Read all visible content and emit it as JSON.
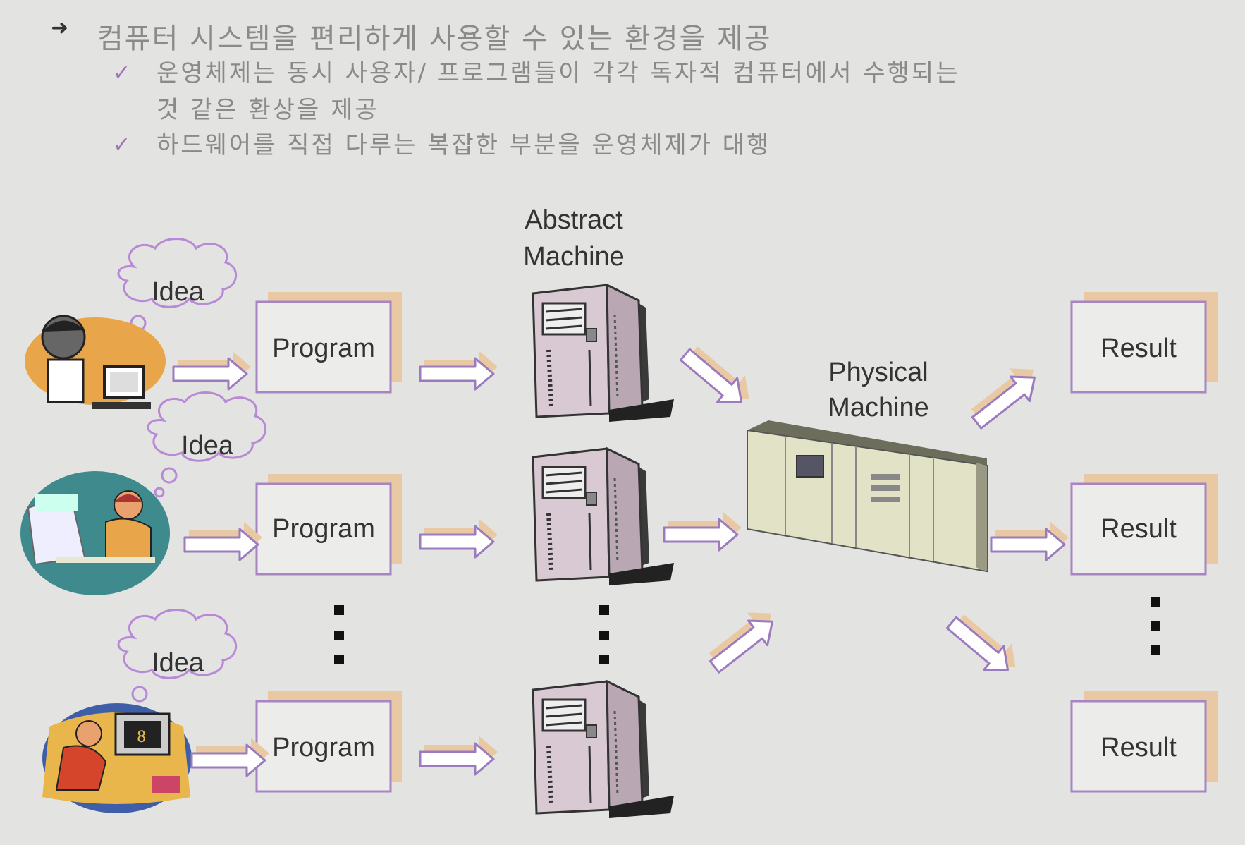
{
  "bullets": {
    "main": "컴퓨터 시스템을 편리하게 사용할 수 있는 환경을 제공",
    "sub1_line1": "운영체제는 동시 사용자/ 프로그램들이 각각 독자적 컴퓨터에서 수행되는",
    "sub1_line2": "것 같은 환상을 제공",
    "sub2": "하드웨어를 직접 다루는 복잡한 부분을 운영체제가 대행",
    "check_glyph": "✓",
    "arrow_glyph": "➜"
  },
  "diagram": {
    "idea_label": "Idea",
    "program_label": "Program",
    "result_label": "Result",
    "abstract_machine": [
      "Abstract",
      "Machine"
    ],
    "physical_machine": [
      "Physical",
      "Machine"
    ],
    "icons": [
      "person-at-computer-icon",
      "woman-at-computer-icon",
      "man-at-computer-icon",
      "server-tower-icon",
      "mainframe-icon"
    ],
    "colors": {
      "box_border": "#a685c2",
      "box_shadow": "#e9c9a4",
      "arrow_outline": "#9b7bbd",
      "arrow_fill": "#ffffff"
    }
  }
}
